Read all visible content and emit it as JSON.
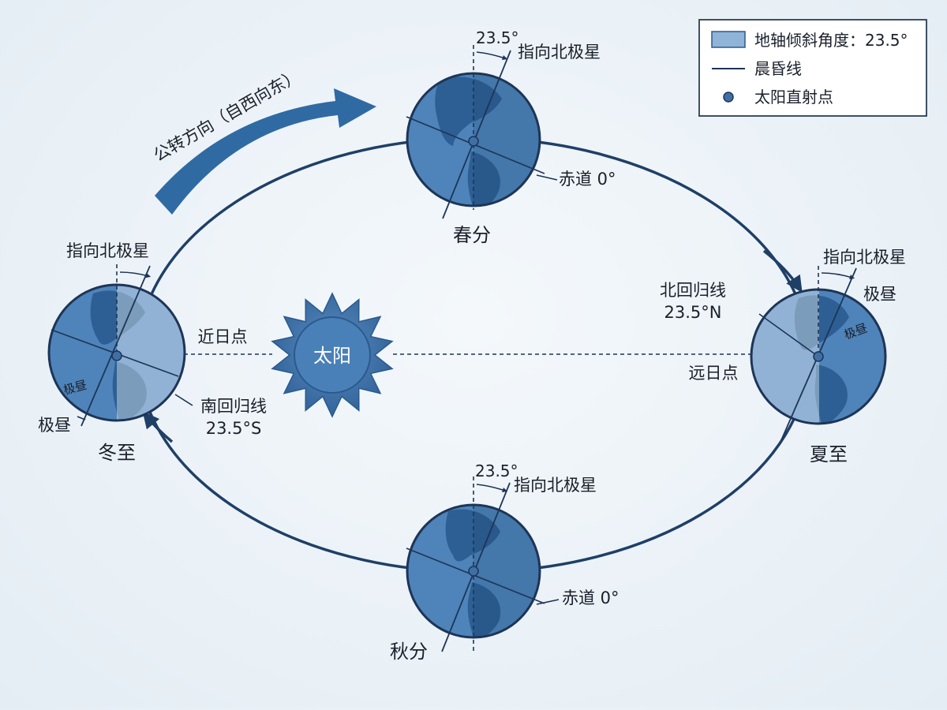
{
  "legend": {
    "tilt": "地轴倾斜角度：23.5°",
    "terminator": "晨昏线",
    "subsolar": "太阳直射点"
  },
  "colors": {
    "ocean": "#4e84ba",
    "land": "#2d5f94",
    "sun": "#3f74ac",
    "orbit": "#1f3f66",
    "arrow": "#2f6aa3"
  },
  "revolution": "公转方向（自西向东）",
  "sun_label": "太阳",
  "perihelion": "近日点",
  "aphelion": "远日点",
  "spring": {
    "season": "春分",
    "angle": "23.5°",
    "polaris": "指向北极星",
    "equator": "赤道 0°"
  },
  "summer": {
    "season": "夏至",
    "polaris": "指向北极星",
    "polar_day": "极昼",
    "polar_day_small": "极昼",
    "tropic_line1": "北回归线",
    "tropic_line2": "23.5°N"
  },
  "autumn": {
    "season": "秋分",
    "angle": "23.5°",
    "polaris": "指向北极星",
    "equator": "赤道 0°"
  },
  "winter": {
    "season": "冬至",
    "polaris": "指向北极星",
    "polar_day": "极昼",
    "polar_day_small": "极昼",
    "tropic_line1": "南回归线",
    "tropic_line2": "23.5°S"
  }
}
